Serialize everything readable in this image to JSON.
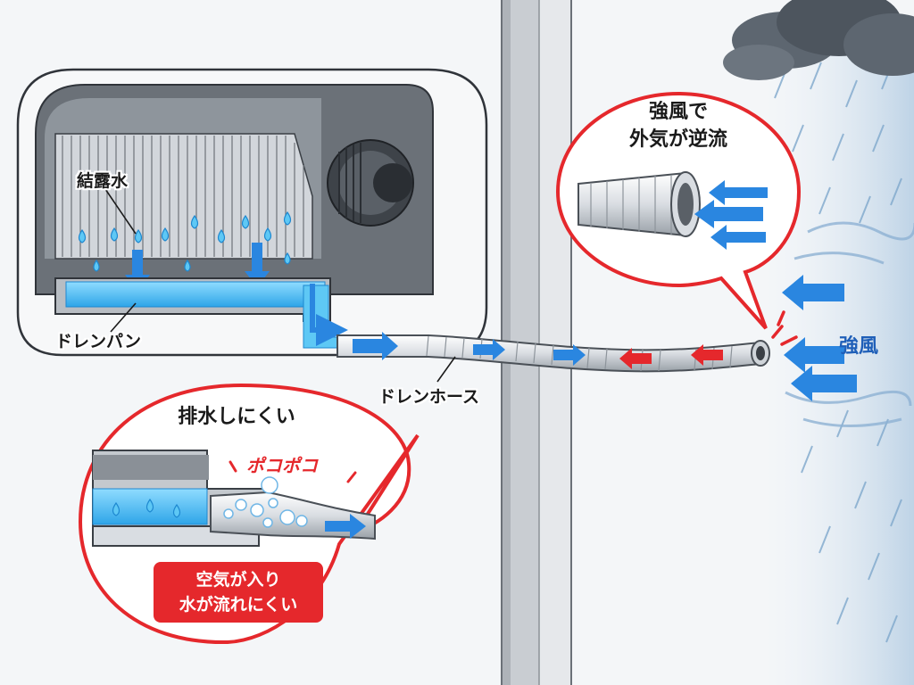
{
  "labels": {
    "condensation": "結露水",
    "drain_pan": "ドレンパン",
    "drain_hose": "ドレンホース",
    "strong_wind": "強風"
  },
  "bubble_right": {
    "title_line1": "強風で",
    "title_line2": "外気が逆流"
  },
  "bubble_left": {
    "title": "排水しにくい",
    "sound": "ポコポコ",
    "note_line1": "空気が入り",
    "note_line2": "水が流れにくい"
  },
  "colors": {
    "water": "#5ec8f5",
    "flow_arrow": "#2a86e0",
    "backflow_arrow": "#e5282c",
    "bubble_border": "#e5282c",
    "wall": "#c7cbd0",
    "storm_cloud": "#5d6670"
  }
}
